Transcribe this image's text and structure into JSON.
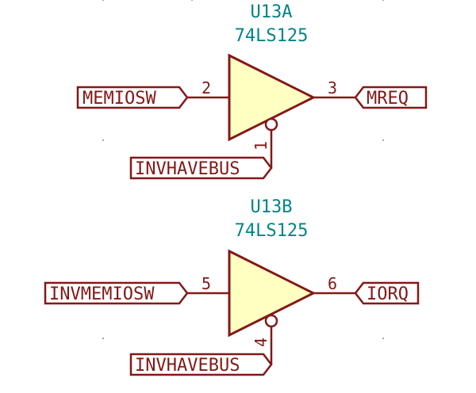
{
  "colors": {
    "wire": "#841818",
    "gate_fill": "#ffffc2",
    "reference": "#008484"
  },
  "gates": [
    {
      "reference": "U13A",
      "value": "74LS125",
      "input_pin": "2",
      "output_pin": "3",
      "enable_pin": "1",
      "input_label": "MEMIOSW",
      "output_label": "MREQ",
      "enable_label": "INVHAVEBUS"
    },
    {
      "reference": "U13B",
      "value": "74LS125",
      "input_pin": "5",
      "output_pin": "6",
      "enable_pin": "4",
      "input_label": "INVMEMIOSW",
      "output_label": "IORQ",
      "enable_label": "INVHAVEBUS"
    }
  ]
}
